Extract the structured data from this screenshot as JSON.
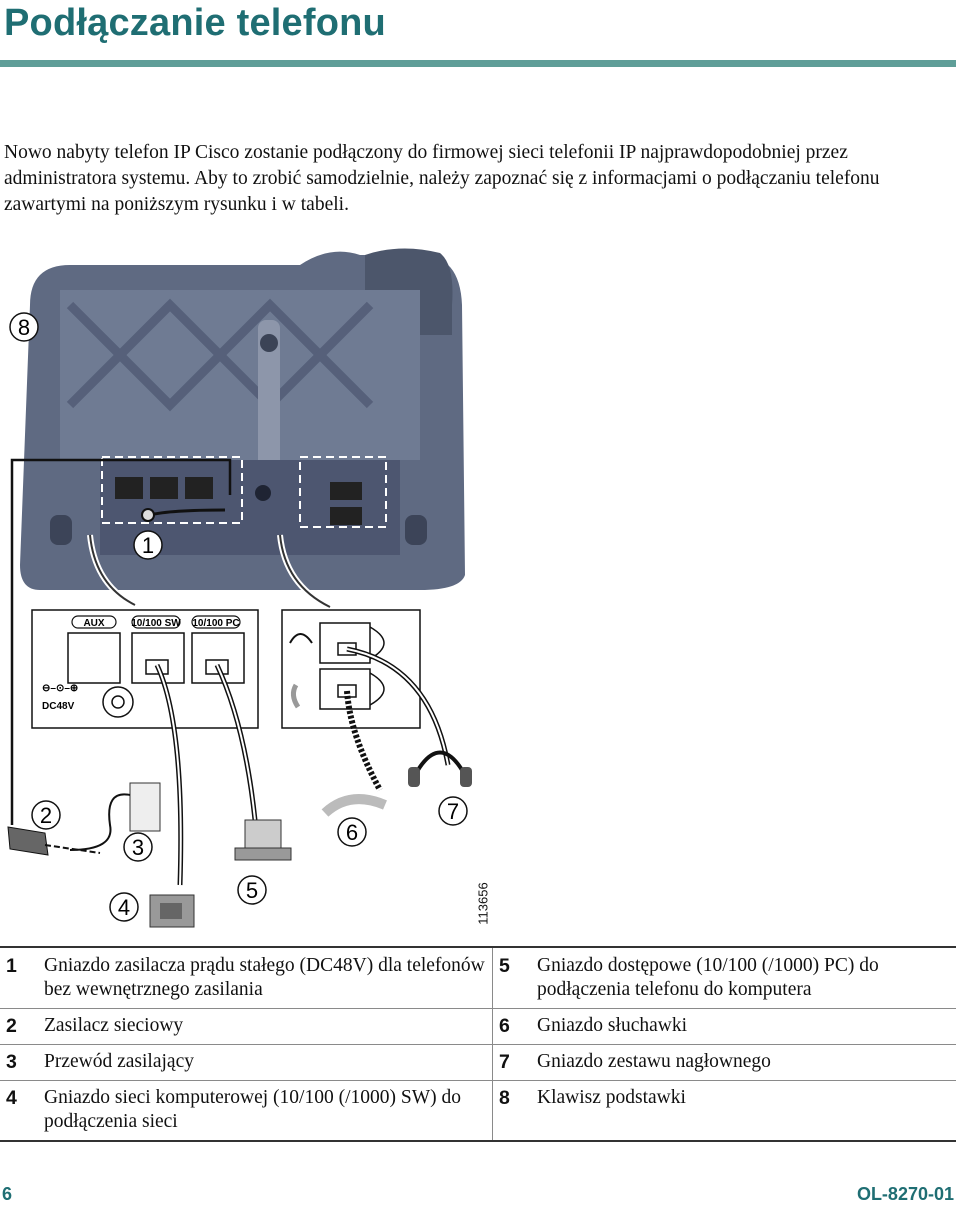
{
  "page": {
    "title": "Podłączanie telefonu",
    "intro": "Nowo nabyty telefon IP Cisco zostanie podłączony do firmowej sieci telefonii IP najprawdopodobniej przez administratora systemu. Aby to zrobić samodzielnie, należy zapoznać się z informacjami o podłączaniu telefonu zawartymi na poniższym rysunku i w tabeli."
  },
  "figure": {
    "callouts": [
      "1",
      "2",
      "3",
      "4",
      "5",
      "6",
      "7",
      "8"
    ],
    "port_labels": {
      "aux": "AUX",
      "sw": "10/100 SW",
      "pc": "10/100 PC",
      "dc": "DC48V"
    },
    "figure_number": "113656"
  },
  "legend": {
    "rows": [
      {
        "left_num": "1",
        "left_desc": "Gniazdo zasilacza prądu stałego (DC48V) dla telefonów bez wewnętrznego zasilania",
        "right_num": "5",
        "right_desc": "Gniazdo dostępowe (10/100 (/1000) PC) do podłączenia telefonu do komputera"
      },
      {
        "left_num": "2",
        "left_desc": "Zasilacz sieciowy",
        "right_num": "6",
        "right_desc": "Gniazdo słuchawki"
      },
      {
        "left_num": "3",
        "left_desc": "Przewód zasilający",
        "right_num": "7",
        "right_desc": "Gniazdo zestawu nagłownego"
      },
      {
        "left_num": "4",
        "left_desc": "Gniazdo sieci komputerowej (10/100 (/1000) SW) do podłączenia sieci",
        "right_num": "8",
        "right_desc": "Klawisz podstawki"
      }
    ]
  },
  "footer": {
    "page_number": "6",
    "doc_id": "OL-8270-01"
  },
  "colors": {
    "heading": "#1f6e73",
    "rule": "#5f9e98",
    "phone_body": "#5f6a82"
  }
}
